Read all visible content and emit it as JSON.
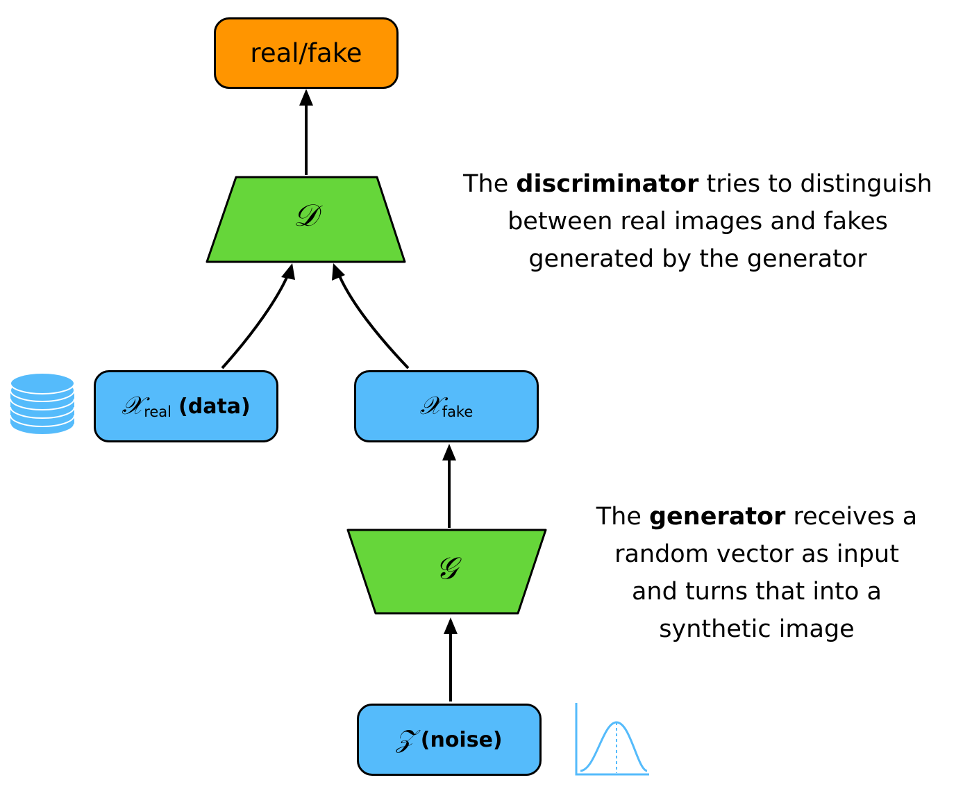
{
  "output": {
    "label": "real/fake"
  },
  "discriminator": {
    "symbol": "𝒟"
  },
  "generator": {
    "symbol": "𝒢"
  },
  "x_real": {
    "symbol": "𝒳",
    "subscript": "real",
    "suffix": "(data)"
  },
  "x_fake": {
    "symbol": "𝒳",
    "subscript": "fake"
  },
  "noise": {
    "symbol": "𝒵",
    "suffix": "(noise)"
  },
  "captions": {
    "discriminator": {
      "line1_pre": "The ",
      "line1_bold": "discriminator",
      "line1_post": " tries to distinguish",
      "line2": "between real images and fakes",
      "line3": "generated by the generator"
    },
    "generator": {
      "line1_pre": "The ",
      "line1_bold": "generator",
      "line1_post": " receives a",
      "line2": "random vector as input",
      "line3": "and turns that into a",
      "line4": "synthetic image"
    }
  },
  "icons": {
    "dataset": "database-icon",
    "distribution": "gaussian-distribution-icon"
  },
  "colors": {
    "box_blue": "#55bbfb",
    "box_orange": "#ff9500",
    "trapezoid_green": "#66d63a",
    "icon_blue": "#55bbfb"
  }
}
